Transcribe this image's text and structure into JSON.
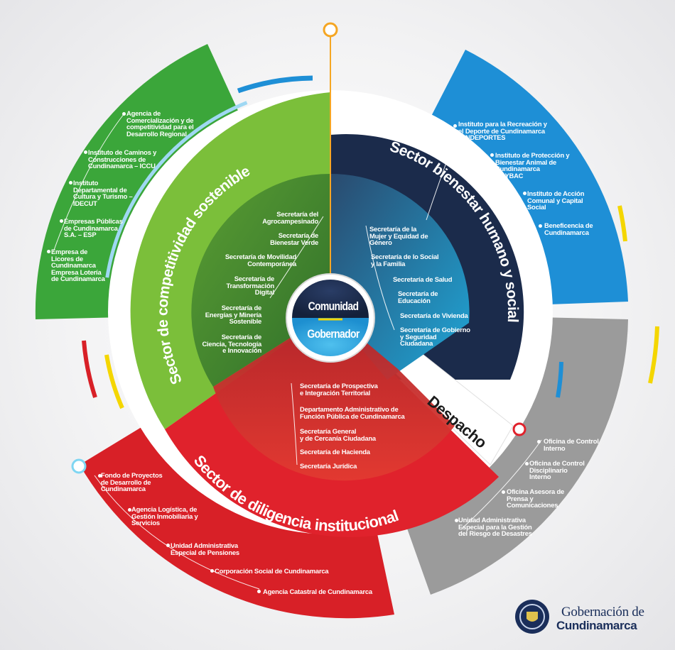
{
  "hub": {
    "top": "Comunidad",
    "bottom": "Gobernador"
  },
  "sectors": {
    "competitividad": {
      "title": "Sector de competitividad sostenible",
      "color": "#7bbf3a",
      "secretarias": [
        "Secretaría del\nAgrocampesinado",
        "Secretaría de\nBienestar Verde",
        "Secretaría de Movilidad\nContemporánea",
        "Secretaría de\nTransformación\nDigital",
        "Secretaría de\nEnergías y Minería\nSostenible",
        "Secretaría de\nCiencia, Tecnología\ne Innovación"
      ],
      "entidades": [
        "Agencia de\nComercialización y de\ncompetitividad para el\nDesarrollo Regional",
        "Instituto de Caminos y\nConstrucciones de\nCundinamarca – ICCU",
        "Instituto\nDepartamental de\nCultura y Turismo –\nIDECUT",
        "Empresas Públicas\nde Cundinamarca\nS.A. – ESP",
        "Empresa de\nLicores de\nCundinamarca\nEmpresa Lotería\nde Cundinamarca"
      ]
    },
    "bienestar": {
      "title": "Sector bienestar humano y social",
      "color": "#1b2b4b",
      "secretarias": [
        "Secretaría de la\nMujer y Equidad de\nGénero",
        "Secretaría de lo Social\ny la Familia",
        "Secretaría de Salud",
        "Secretaría de\nEducación",
        "Secretaría de Vivienda",
        "Secretaría de Gobierno\ny Seguridad\nCiudadana"
      ],
      "entidades": [
        "Instituto para la Recreación y\nel Deporte de Cundinamarca\n– INDEPORTES",
        "Instituto de Protección y\nBienestar Animal de\nCundinamarca\n–IPYBAC",
        "Instituto de Acción\nComunal y Capital\nSocial",
        "Beneficencia de\nCundinamarca"
      ]
    },
    "diligencia": {
      "title": "Sector de diligencia institucional",
      "color": "#e0222c",
      "secretarias": [
        "Secretaría de Prospectiva\ne Integración Territorial",
        "Departamento Administrativo de\nFunción Pública de Cundinamarca",
        "Secretaría General\ny de Cercanía Ciudadana",
        "Secretaría de Hacienda",
        "Secretaría Jurídica"
      ],
      "entidades": [
        "Fondo de Proyectos\nde Desarrollo de\nCundinamarca",
        "Agencia Logística, de\nGestión Inmobiliaria y\nServicios",
        "Unidad Administrativa\nEspecial de Pensiones",
        "Corporación Social de Cundinamarca",
        "Agencia Catastral de Cundinamarca"
      ]
    },
    "despacho": {
      "title": "Despacho",
      "color": "#9b9b9b",
      "entidades": [
        "Oficina de Control\nInterno",
        "Oficina de Control\nDisciplinario\nInterno",
        "Oficina Asesora de\nPrensa y\nComunicaciones",
        "Unidad Administrativa\nEspecial para la Gestión\ndel Riesgo de Desastres"
      ]
    }
  },
  "logo": {
    "line1": "Gobernación de",
    "line2": "Cundinamarca",
    "icon": "coat-of-arms-icon"
  }
}
